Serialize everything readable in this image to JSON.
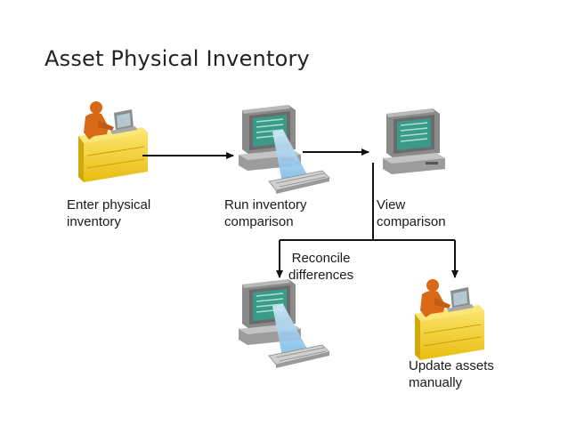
{
  "title": "Asset Physical Inventory",
  "colors": {
    "desk": "#f2cf2a",
    "desk_dark": "#c9a20c",
    "person": "#d86a17",
    "monitor": "#9a9a9a",
    "screen": "#3b9a88",
    "beam": "#8fc8ee",
    "arrow": "#111111"
  },
  "nodes": {
    "enter": {
      "icon": "person-at-desk-icon",
      "label_line1": "Enter physical",
      "label_line2": "inventory"
    },
    "run": {
      "icon": "computer-terminal-icon",
      "label_line1": "Run inventory",
      "label_line2": "comparison"
    },
    "view": {
      "icon": "computer-terminal-icon",
      "label_line1": "View",
      "label_line2": "comparison"
    },
    "reconcile": {
      "icon": "computer-terminal-icon",
      "label_line1": "Reconcile",
      "label_line2": "differences"
    },
    "update": {
      "icon": "person-at-desk-icon",
      "label_line1": "Update assets",
      "label_line2": "manually"
    }
  }
}
